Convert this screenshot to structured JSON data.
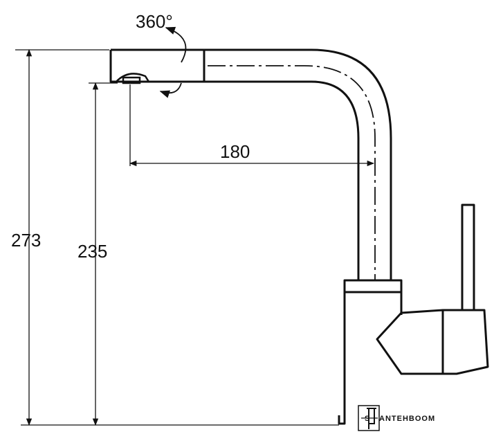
{
  "dimensions": {
    "rotation_label": "360°",
    "spout_reach_label": "180",
    "total_height_label": "273",
    "spout_height_label": "235"
  },
  "brand": {
    "logo_letters": "S",
    "name": "ANTEHBOOM"
  },
  "colors": {
    "line": "#111111",
    "background": "#ffffff"
  }
}
